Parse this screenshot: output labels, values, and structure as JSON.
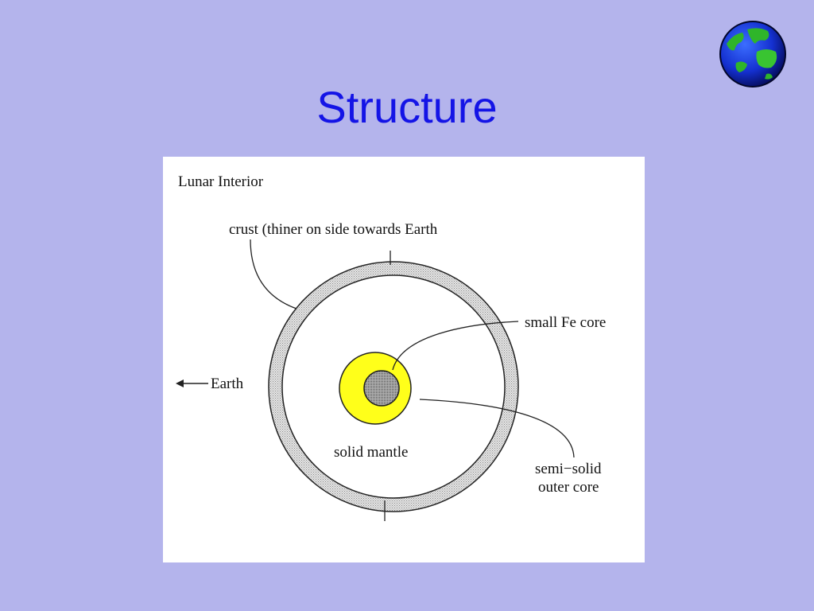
{
  "slide": {
    "title": "Structure"
  },
  "decoration": {
    "globe_icon": "globe-icon"
  },
  "diagram": {
    "heading": "Lunar Interior",
    "labels": {
      "crust": "crust (thiner on side towards Earth",
      "fe_core": "small Fe core",
      "earth": "Earth",
      "mantle": "solid mantle",
      "outer_core_line1": "semi−solid",
      "outer_core_line2": "outer core"
    },
    "colors": {
      "crust": "#d8d8d8",
      "mantle": "#ffffff",
      "outer_core": "#ffff1a",
      "inner_core": "#a0a0a0",
      "background": "#b4b4ec",
      "title": "#1414e6"
    }
  }
}
